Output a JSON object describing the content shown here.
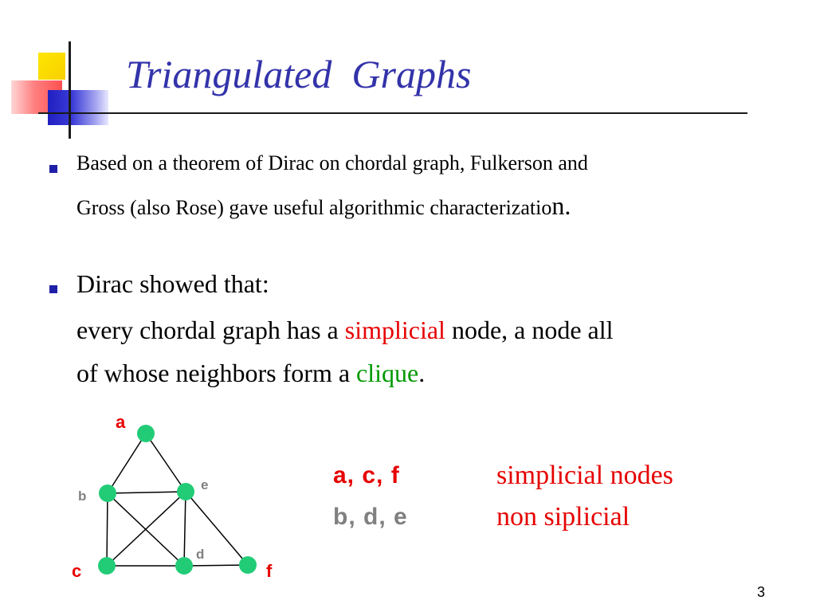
{
  "slide": {
    "title": "Triangulated  Graphs",
    "page_number": "3"
  },
  "bullets": [
    {
      "line1": "Based on a theorem of Dirac on chordal graph, Fulkerson and",
      "line2": "Gross (also Rose) gave useful algorithmic characterizatio",
      "line2_end": "n."
    },
    {
      "head": "Dirac showed that:",
      "line1_pre": "every chordal graph has a ",
      "line1_red": "simplicial",
      "line1_post": " node, a node all",
      "line2_pre": "of whose neighbors form a ",
      "line2_green": "clique",
      "line2_post": "."
    }
  ],
  "graph": {
    "nodes": [
      {
        "id": "a",
        "label": "a",
        "label_color": "#e60000"
      },
      {
        "id": "b",
        "label": "b",
        "label_color": "#808080"
      },
      {
        "id": "e",
        "label": "e",
        "label_color": "#808080"
      },
      {
        "id": "c",
        "label": "c",
        "label_color": "#e60000"
      },
      {
        "id": "d",
        "label": "d",
        "label_color": "#808080"
      },
      {
        "id": "f",
        "label": "f",
        "label_color": "#e60000"
      }
    ],
    "edges": [
      [
        "a",
        "b"
      ],
      [
        "a",
        "e"
      ],
      [
        "b",
        "e"
      ],
      [
        "b",
        "c"
      ],
      [
        "b",
        "d"
      ],
      [
        "e",
        "c"
      ],
      [
        "e",
        "d"
      ],
      [
        "e",
        "f"
      ],
      [
        "c",
        "d"
      ],
      [
        "d",
        "f"
      ]
    ],
    "node_color": "#22cc77"
  },
  "table": {
    "row1_nodes": "a,  c,  f",
    "row1_desc": "simplicial nodes",
    "row2_nodes": "b,  d,  e",
    "row2_desc": "non siplicial"
  },
  "colors": {
    "title": "#3333aa",
    "bullet": "#1f1fa8",
    "highlight_red": "#e60000",
    "highlight_green": "#009900",
    "gray": "#808080"
  }
}
